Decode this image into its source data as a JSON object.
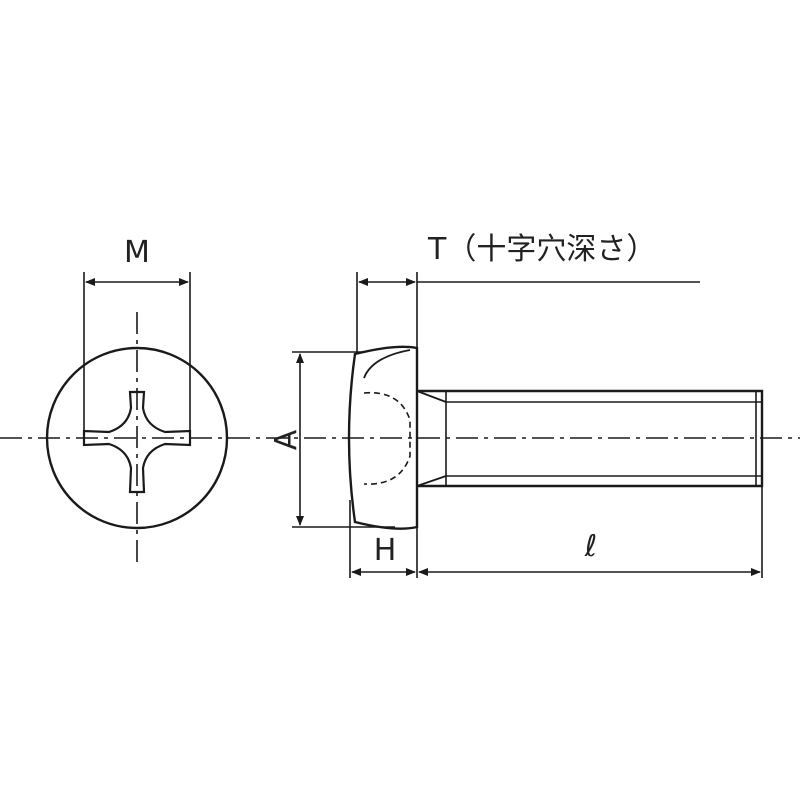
{
  "labels": {
    "m": "M",
    "t": "T（十字穴深さ）",
    "a": "A",
    "h": "H",
    "l": "ℓ"
  },
  "colors": {
    "line": "#1a1a1a",
    "background": "#ffffff"
  }
}
